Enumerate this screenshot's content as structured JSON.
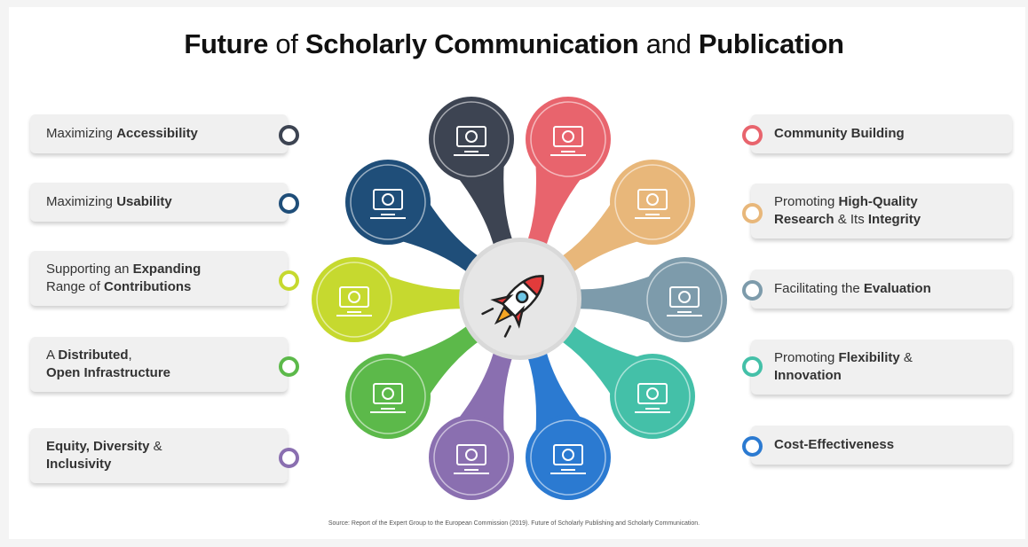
{
  "title": {
    "part1": "Future",
    "part2": " of ",
    "part3": "Scholarly Communication",
    "part4": " and ",
    "part5": "Publication"
  },
  "center_icon": "rocket-icon",
  "left_items": [
    {
      "pre": "Maximizing ",
      "bold": "Accessibility",
      "post": "",
      "color": "#3d4452",
      "icon": "computer-globe-icon"
    },
    {
      "pre": "Maximizing ",
      "bold": "Usability",
      "post": "",
      "color": "#1f4e79",
      "icon": "usability-tools-icon"
    },
    {
      "pre": "Supporting an ",
      "bold": "Expanding",
      "post": " Range of ",
      "bold2": "Contributions",
      "color": "#c6d92f",
      "icon": "network-contributors-icon"
    },
    {
      "pre": "A ",
      "bold": "Distributed",
      "post": ", ",
      "bold2": "Open Infrastructure",
      "color": "#5cb94a",
      "icon": "infrastructure-icon"
    },
    {
      "pre": "",
      "bold": "Equity, Diversity",
      "post": " & ",
      "bold2": "Inclusivity",
      "color": "#8a6fb0",
      "icon": "diversity-people-icon"
    }
  ],
  "right_items": [
    {
      "pre": "",
      "bold": "Community Building",
      "post": "",
      "color": "#e8646d",
      "icon": "community-icon"
    },
    {
      "pre": "Promoting ",
      "bold": "High-Quality",
      "post": " ",
      "bold2": "Research",
      "post2": " & Its ",
      "bold3": "Integrity",
      "color": "#e8b77a",
      "icon": "quality-award-icon"
    },
    {
      "pre": "Facilitating the ",
      "bold": "Evaluation",
      "post": "",
      "color": "#7d9bab",
      "icon": "evaluation-gear-icon"
    },
    {
      "pre": "Promoting ",
      "bold": "Flexibility",
      "post": " & ",
      "bold2": "Innovation",
      "color": "#44c0a8",
      "icon": "flexibility-hand-icon"
    },
    {
      "pre": "",
      "bold": "Cost-Effectiveness",
      "post": "",
      "color": "#2b7ad1",
      "icon": "cost-laptop-icon"
    }
  ],
  "source": "Source: Report of the Expert Group to the European Commission (2019). Future of Scholarly Publishing and Scholarly Communication."
}
